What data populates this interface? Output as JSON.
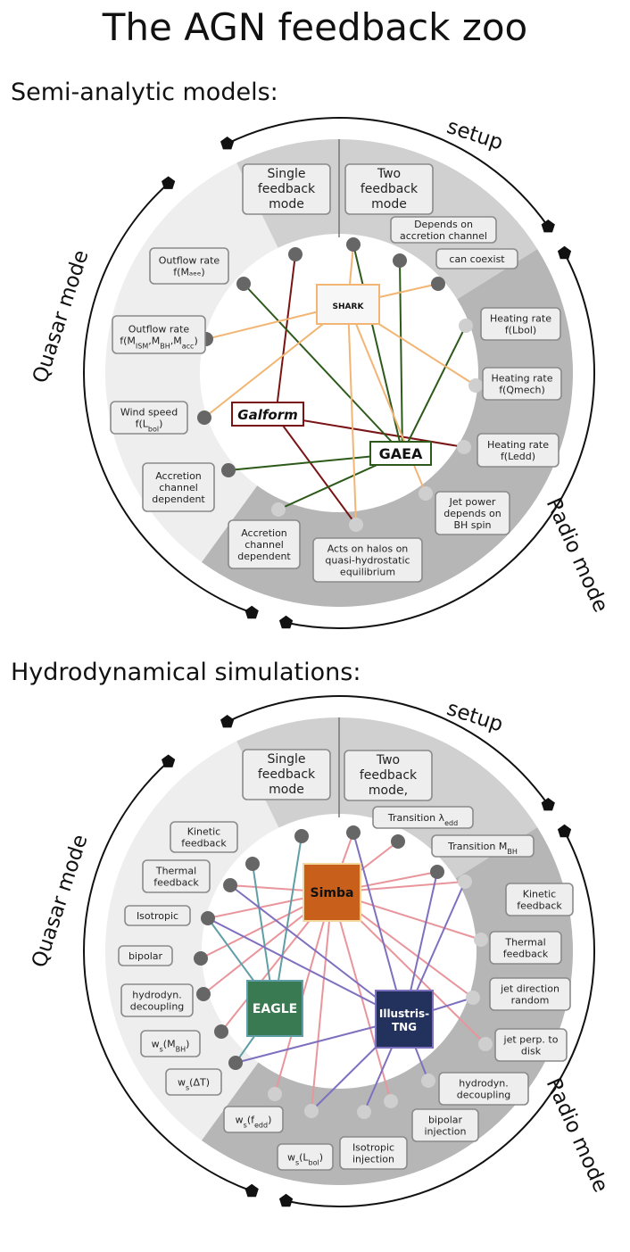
{
  "title": "The AGN feedback zoo",
  "colors": {
    "ring_light": "#eeeeee",
    "ring_mid": "#d0d0d0",
    "ring_dark": "#b6b6b6",
    "node_dark": "#666666",
    "node_light": "#cfcfcf",
    "galform": "#7a1414",
    "gaea": "#2d5a1b",
    "shark": "#f0b070",
    "simba": "#e8959b",
    "eagle": "#5f9ea6",
    "tng": "#7f6fbf"
  },
  "sam": {
    "heading": "Semi-analytic models:",
    "labels": {
      "quasar": "Quasar mode",
      "radio": "Radio mode",
      "setup": "setup"
    },
    "headers": {
      "single": [
        "Single",
        "feedback",
        "mode"
      ],
      "two": [
        "Two",
        "feedback",
        "mode"
      ]
    },
    "setup_items": [
      {
        "id": "depends",
        "lines": [
          "Depends on",
          "accretion channel"
        ]
      },
      {
        "id": "coexist",
        "lines": [
          "can coexist"
        ]
      }
    ],
    "quasar_items": [
      {
        "id": "outflow1",
        "lines": [
          "Outflow rate",
          "f(Mₐₑₑ)"
        ]
      },
      {
        "id": "outflow2",
        "lines": [
          "Outflow rate",
          "f(M_ISM,M_BH,M_acc)"
        ]
      },
      {
        "id": "wind",
        "lines": [
          "Wind speed",
          "f(L_bol)"
        ]
      },
      {
        "id": "accq",
        "lines": [
          "Accretion",
          "channel",
          "dependent"
        ]
      }
    ],
    "radio_items": [
      {
        "id": "heat1",
        "lines": [
          "Heating rate",
          "f(Lbol)"
        ]
      },
      {
        "id": "heat2",
        "lines": [
          "Heating rate",
          "f(Qmech)"
        ]
      },
      {
        "id": "heat3",
        "lines": [
          "Heating rate",
          "f(Ledd)"
        ]
      },
      {
        "id": "jet",
        "lines": [
          "Jet power",
          "depends on",
          "BH spin"
        ]
      },
      {
        "id": "halos",
        "lines": [
          "Acts on halos on",
          "quasi-hydrostatic",
          "equilibrium"
        ]
      },
      {
        "id": "accr",
        "lines": [
          "Accretion",
          "channel",
          "dependent"
        ]
      }
    ],
    "models": [
      {
        "id": "galform",
        "label": "Galform",
        "color": "#7a1414"
      },
      {
        "id": "gaea",
        "label": "GAEA",
        "color": "#2d5a1b"
      },
      {
        "id": "shark",
        "label": "SHARK",
        "color": "#f0b070"
      }
    ]
  },
  "hydro": {
    "heading": "Hydrodynamical simulations:",
    "labels": {
      "quasar": "Quasar mode",
      "radio": "Radio mode",
      "setup": "setup"
    },
    "headers": {
      "single": [
        "Single",
        "feedback",
        "mode"
      ],
      "two": [
        "Two",
        "feedback",
        "mode,"
      ]
    },
    "setup_items": [
      {
        "id": "tlam",
        "lines": [
          "Transition λ_edd"
        ]
      },
      {
        "id": "tmbh",
        "lines": [
          "Transition M_BH"
        ]
      }
    ],
    "quasar_items": [
      {
        "id": "qkin",
        "lines": [
          "Kinetic",
          "feedback"
        ]
      },
      {
        "id": "qthe",
        "lines": [
          "Thermal",
          "feedback"
        ]
      },
      {
        "id": "qiso",
        "lines": [
          "Isotropic"
        ]
      },
      {
        "id": "qbip",
        "lines": [
          "bipolar"
        ]
      },
      {
        "id": "qhyd",
        "lines": [
          "hydrodyn.",
          "decoupling"
        ]
      },
      {
        "id": "qwsm",
        "lines": [
          "w_s(M_BH)"
        ]
      },
      {
        "id": "qwst",
        "lines": [
          "w_s(ΔT)"
        ]
      }
    ],
    "radio_items": [
      {
        "id": "rkin",
        "lines": [
          "Kinetic",
          "feedback"
        ]
      },
      {
        "id": "rthe",
        "lines": [
          "Thermal",
          "feedback"
        ]
      },
      {
        "id": "rjet",
        "lines": [
          "jet direction",
          "random"
        ]
      },
      {
        "id": "rperp",
        "lines": [
          "jet perp. to",
          "disk"
        ]
      },
      {
        "id": "rhyd",
        "lines": [
          "hydrodyn.",
          "decoupling"
        ]
      },
      {
        "id": "rbip",
        "lines": [
          "bipolar",
          "injection"
        ]
      },
      {
        "id": "riso",
        "lines": [
          "Isotropic",
          "injection"
        ]
      },
      {
        "id": "rwsl",
        "lines": [
          "w_s(L_bol)"
        ]
      },
      {
        "id": "rwsf",
        "lines": [
          "w_s(f_edd)"
        ]
      }
    ],
    "models": [
      {
        "id": "simba",
        "label": "Simba",
        "color": "#e8959b"
      },
      {
        "id": "eagle",
        "label": "EAGLE",
        "color": "#5f9ea6"
      },
      {
        "id": "tng",
        "label": "Illustris-TNG",
        "color": "#7f6fbf"
      }
    ]
  }
}
